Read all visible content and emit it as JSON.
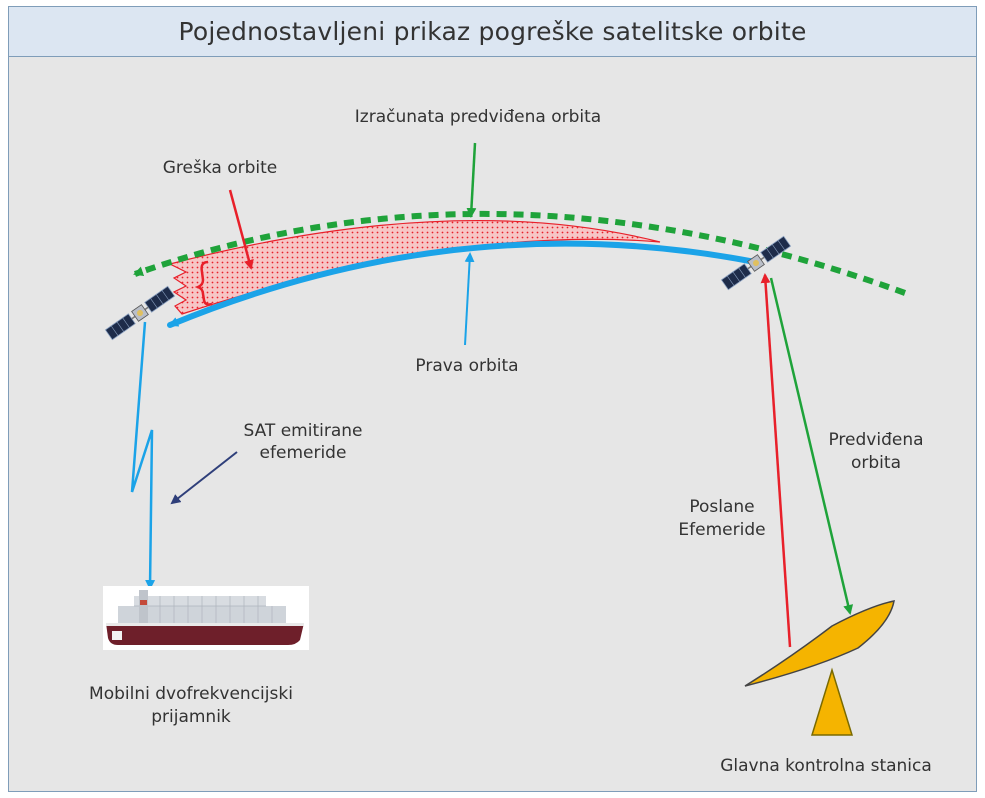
{
  "title": "Pojednostavljeni prikaz pogreške satelitske orbite",
  "labels": {
    "computed_orbit": "Izračunata predviđena orbita",
    "orbit_error": "Greška orbite",
    "true_orbit": "Prava orbita",
    "sat_ephemeris_line1": "SAT emitirane",
    "sat_ephemeris_line2": "efemeride",
    "predicted_orbit_line1": "Predviđena",
    "predicted_orbit_line2": "orbita",
    "sent_ephemeris_line1": "Poslane",
    "sent_ephemeris_line2": "Efemeride",
    "receiver_line1": "Mobilni dvofrekvencijski",
    "receiver_line2": "prijamnik",
    "control_station": "Glavna kontrolna stanica"
  },
  "colors": {
    "predicted_orbit": "#1fa33a",
    "true_orbit": "#1ba3e8",
    "error": "#e8202a",
    "error_fill": "#f6c6c6",
    "signal": "#1ba3e8",
    "ephemeris_arrow": "#2f3f7a",
    "dish": "#f5b400",
    "frame_bg": "#e6e6e6",
    "title_bg": "#dce6f2"
  },
  "icons": {
    "satellite": "satellite-icon",
    "ship": "container-ship-icon",
    "dish": "satellite-dish-icon"
  }
}
